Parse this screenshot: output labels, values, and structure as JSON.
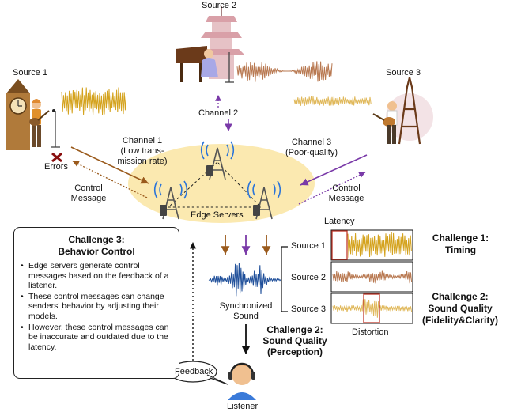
{
  "sources": {
    "source1": "Source 1",
    "source2": "Source 2",
    "source3": "Source 3"
  },
  "channels": {
    "channel1": [
      "Channel 1",
      "(Low trans-",
      "mission rate)"
    ],
    "channel2": "Channel 2",
    "channel3": [
      "Channel 3",
      "(Poor-quality)"
    ]
  },
  "errors_label": "Errors",
  "control_message_left": [
    "Control",
    "Message"
  ],
  "control_message_right": [
    "Control",
    "Message"
  ],
  "edge_servers_label": "Edge Servers",
  "challenge3": {
    "title": [
      "Challenge 3:",
      "Behavior Control"
    ],
    "bullets": [
      "Edge servers generate control messages based on the feedback of a listener.",
      "These control messages can change senders' behavior by adjusting their models.",
      "However, these control messages can be inaccurate and outdated due to the latency."
    ]
  },
  "feedback_label": "Feedback",
  "listener_label": "Listener",
  "synchronized_sound": [
    "Synchronized",
    "Sound"
  ],
  "challenge2_perception": [
    "Challenge 2:",
    "Sound Quality",
    "(Perception)"
  ],
  "latency_label": "Latency",
  "distortion_label": "Distortion",
  "waveform_rows": [
    "Source 1",
    "Source 2",
    "Source 3"
  ],
  "challenge1": [
    "Challenge 1:",
    "Timing"
  ],
  "challenge2_quality": [
    "Challenge 2:",
    "Sound Quality",
    "(Fidelity&Clarity)"
  ],
  "colors": {
    "source1_wave": "#d4a21c",
    "source2_wave": "#b87850",
    "source3_wave": "#e0b85a",
    "sync_wave": "#1f4f9a",
    "brown_arrow": "#9a5a1c",
    "purple_arrow": "#7a3aa8",
    "highlight_red": "#c0392b",
    "server_ellipse": "#fbe9b0"
  }
}
